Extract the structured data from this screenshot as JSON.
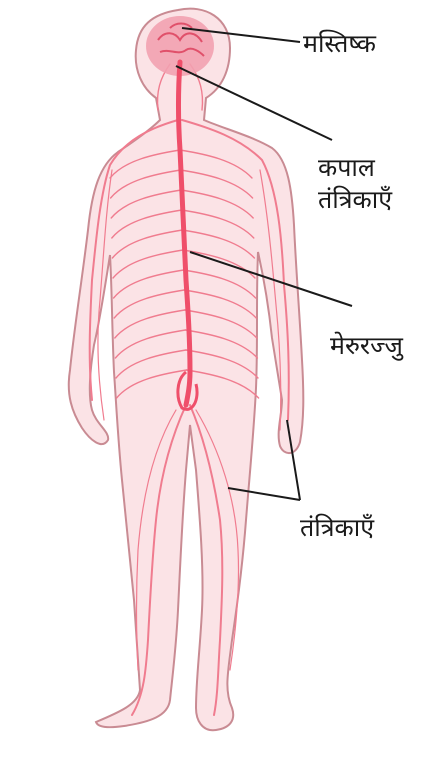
{
  "labels": {
    "brain": "मस्तिष्क",
    "cranial_line1": "कपाल",
    "cranial_line2": "तंत्रिकाएँ",
    "spinal_cord": "मेरुरज्जु",
    "nerves": "तंत्रिकाएँ"
  },
  "colors": {
    "body_fill": "#fbe3e6",
    "body_outline": "#c98b93",
    "nerve": "#ef4f6a",
    "nerve_fine": "#f07c8f",
    "leader_line": "#1a1a1a"
  }
}
